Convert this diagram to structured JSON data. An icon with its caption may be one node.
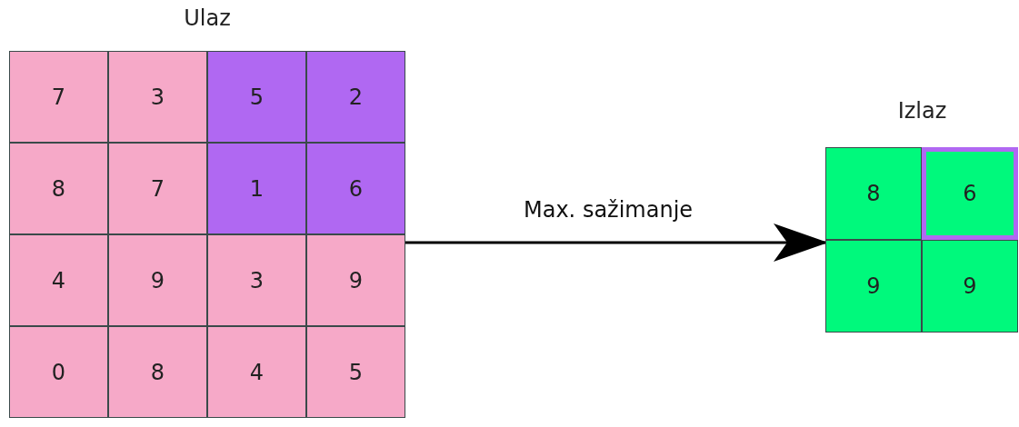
{
  "diagram": {
    "nodes": [
      {
        "text": [
          "Ulaz"
        ]
      },
      {
        "text": [
          "7"
        ],
        "in": 0
      },
      {
        "text": [
          "3"
        ],
        "in": 0
      },
      {
        "text": [
          "5"
        ],
        "in": 0
      },
      {
        "text": [
          "2"
        ],
        "in": 0
      },
      {
        "text": [
          "8"
        ],
        "in": 0
      },
      {
        "text": [
          "7"
        ],
        "in": 0
      },
      {
        "text": [
          "1"
        ],
        "in": 0
      },
      {
        "text": [
          "6"
        ],
        "in": 0
      },
      {
        "text": [
          "4"
        ],
        "in": 0
      },
      {
        "text": [
          "9"
        ],
        "in": 0
      },
      {
        "text": [
          "3"
        ],
        "in": 0
      },
      {
        "text": [
          "9"
        ],
        "in": 0
      },
      {
        "text": [
          "0"
        ],
        "in": 0
      },
      {
        "text": [
          "8"
        ],
        "in": 0
      },
      {
        "text": [
          "4"
        ],
        "in": 0
      },
      {
        "text": [
          "5"
        ],
        "in": 0
      },
      {
        "text": [
          "Izlaz"
        ]
      },
      {
        "text": [
          "8"
        ],
        "in": 17
      },
      {
        "text": [
          "6"
        ],
        "in": 17
      },
      {
        "text": [
          "9"
        ],
        "in": 17
      },
      {
        "text": [
          "9"
        ],
        "in": 17
      }
    ],
    "edges": [
      {
        "from": 0,
        "to": 17,
        "arrow": "to",
        "label": "Max. sažimanje"
      }
    ]
  }
}
